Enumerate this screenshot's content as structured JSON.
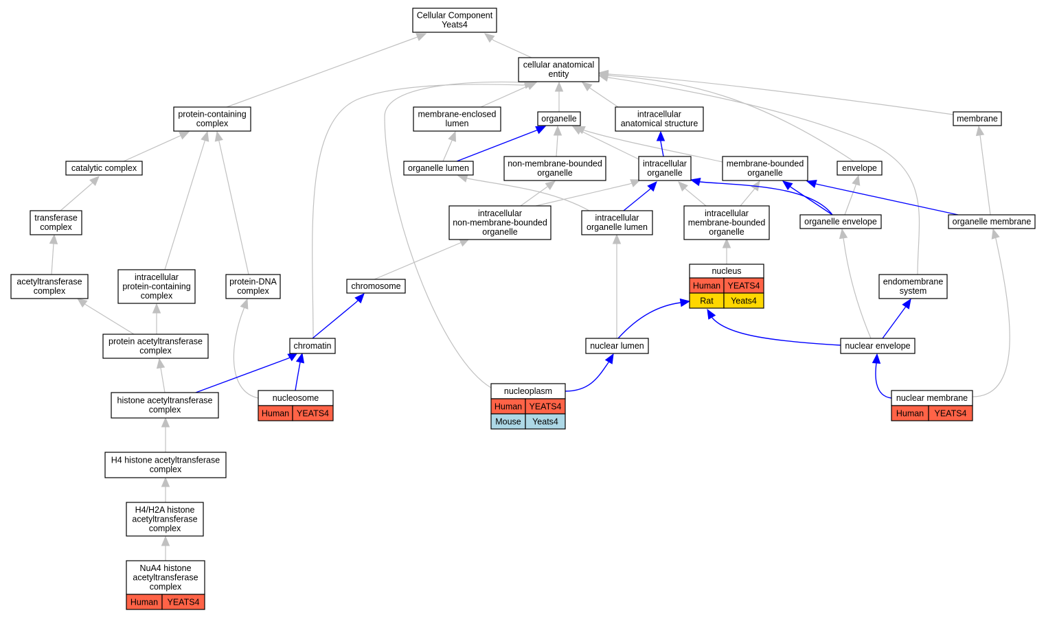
{
  "diagram": {
    "colors": {
      "edge_default": "#c0c0c0",
      "edge_highlight": "#0000ff",
      "human": "#ff6347",
      "mouse": "#add8e6",
      "rat": "#ffd700"
    },
    "nodes": [
      {
        "id": "root",
        "lines": [
          "Cellular Component",
          "Yeats4"
        ]
      },
      {
        "id": "cae",
        "lines": [
          "cellular anatomical",
          "entity"
        ]
      },
      {
        "id": "pcc",
        "lines": [
          "protein-containing",
          "complex"
        ]
      },
      {
        "id": "mel",
        "lines": [
          "membrane-enclosed",
          "lumen"
        ]
      },
      {
        "id": "org",
        "lines": [
          "organelle"
        ]
      },
      {
        "id": "ias",
        "lines": [
          "intracellular",
          "anatomical structure"
        ]
      },
      {
        "id": "mem",
        "lines": [
          "membrane"
        ]
      },
      {
        "id": "cat",
        "lines": [
          "catalytic complex"
        ]
      },
      {
        "id": "ol",
        "lines": [
          "organelle lumen"
        ]
      },
      {
        "id": "nmbo",
        "lines": [
          "non-membrane-bounded",
          "organelle"
        ]
      },
      {
        "id": "io",
        "lines": [
          "intracellular",
          "organelle"
        ]
      },
      {
        "id": "mbo",
        "lines": [
          "membrane-bounded",
          "organelle"
        ]
      },
      {
        "id": "env",
        "lines": [
          "envelope"
        ]
      },
      {
        "id": "tc",
        "lines": [
          "transferase",
          "complex"
        ]
      },
      {
        "id": "inmbo",
        "lines": [
          "intracellular",
          "non-membrane-bounded",
          "organelle"
        ]
      },
      {
        "id": "iol",
        "lines": [
          "intracellular",
          "organelle lumen"
        ]
      },
      {
        "id": "imbo",
        "lines": [
          "intracellular",
          "membrane-bounded",
          "organelle"
        ]
      },
      {
        "id": "oe",
        "lines": [
          "organelle envelope"
        ]
      },
      {
        "id": "om",
        "lines": [
          "organelle membrane"
        ]
      },
      {
        "id": "ac",
        "lines": [
          "acetyltransferase",
          "complex"
        ]
      },
      {
        "id": "ipcc",
        "lines": [
          "intracellular",
          "protein-containing",
          "complex"
        ]
      },
      {
        "id": "pdna",
        "lines": [
          "protein-DNA",
          "complex"
        ]
      },
      {
        "id": "chr",
        "lines": [
          "chromosome"
        ]
      },
      {
        "id": "nuc",
        "lines": [
          "nucleus"
        ],
        "species": [
          {
            "name": "Human",
            "gene": "YEATS4",
            "color": "#ff6347"
          },
          {
            "name": "Rat",
            "gene": "Yeats4",
            "color": "#ffd700"
          }
        ]
      },
      {
        "id": "ems",
        "lines": [
          "endomembrane",
          "system"
        ]
      },
      {
        "id": "pac",
        "lines": [
          "protein acetyltransferase",
          "complex"
        ]
      },
      {
        "id": "chrom",
        "lines": [
          "chromatin"
        ]
      },
      {
        "id": "nl",
        "lines": [
          "nuclear lumen"
        ]
      },
      {
        "id": "ne",
        "lines": [
          "nuclear envelope"
        ]
      },
      {
        "id": "hac",
        "lines": [
          "histone acetyltransferase",
          "complex"
        ]
      },
      {
        "id": "nucleosome",
        "lines": [
          "nucleosome"
        ],
        "species": [
          {
            "name": "Human",
            "gene": "YEATS4",
            "color": "#ff6347"
          }
        ]
      },
      {
        "id": "np",
        "lines": [
          "nucleoplasm"
        ],
        "species": [
          {
            "name": "Human",
            "gene": "YEATS4",
            "color": "#ff6347"
          },
          {
            "name": "Mouse",
            "gene": "Yeats4",
            "color": "#add8e6"
          }
        ]
      },
      {
        "id": "nm",
        "lines": [
          "nuclear membrane"
        ],
        "species": [
          {
            "name": "Human",
            "gene": "YEATS4",
            "color": "#ff6347"
          }
        ]
      },
      {
        "id": "h4",
        "lines": [
          "H4 histone acetyltransferase",
          "complex"
        ]
      },
      {
        "id": "h4h2a",
        "lines": [
          "H4/H2A histone",
          "acetyltransferase",
          "complex"
        ]
      },
      {
        "id": "nua4",
        "lines": [
          "NuA4 histone",
          "acetyltransferase",
          "complex"
        ],
        "species": [
          {
            "name": "Human",
            "gene": "YEATS4",
            "color": "#ff6347"
          }
        ]
      }
    ],
    "edges": [
      {
        "from": "cae",
        "to": "root",
        "highlight": false
      },
      {
        "from": "pcc",
        "to": "root",
        "highlight": false
      },
      {
        "from": "mel",
        "to": "cae",
        "highlight": false
      },
      {
        "from": "org",
        "to": "cae",
        "highlight": false
      },
      {
        "from": "ias",
        "to": "cae",
        "highlight": false
      },
      {
        "from": "mem",
        "to": "cae",
        "highlight": false
      },
      {
        "from": "env",
        "to": "cae",
        "highlight": false
      },
      {
        "from": "chrom",
        "to": "cae",
        "highlight": false
      },
      {
        "from": "np",
        "to": "cae",
        "highlight": false
      },
      {
        "from": "ems",
        "to": "cae",
        "highlight": false
      },
      {
        "from": "cat",
        "to": "pcc",
        "highlight": false
      },
      {
        "from": "ipcc",
        "to": "pcc",
        "highlight": false
      },
      {
        "from": "pdna",
        "to": "pcc",
        "highlight": false
      },
      {
        "from": "tc",
        "to": "cat",
        "highlight": false
      },
      {
        "from": "ac",
        "to": "tc",
        "highlight": false
      },
      {
        "from": "pac",
        "to": "ac",
        "highlight": false
      },
      {
        "from": "pac",
        "to": "ipcc",
        "highlight": false
      },
      {
        "from": "hac",
        "to": "pac",
        "highlight": false
      },
      {
        "from": "h4",
        "to": "hac",
        "highlight": false
      },
      {
        "from": "h4h2a",
        "to": "h4",
        "highlight": false
      },
      {
        "from": "nua4",
        "to": "h4h2a",
        "highlight": false
      },
      {
        "from": "nucleosome",
        "to": "pdna",
        "highlight": false
      },
      {
        "from": "ol",
        "to": "mel",
        "highlight": false
      },
      {
        "from": "ol",
        "to": "org",
        "highlight": true
      },
      {
        "from": "nmbo",
        "to": "org",
        "highlight": false
      },
      {
        "from": "io",
        "to": "org",
        "highlight": false
      },
      {
        "from": "mbo",
        "to": "org",
        "highlight": false
      },
      {
        "from": "io",
        "to": "ias",
        "highlight": true
      },
      {
        "from": "inmbo",
        "to": "nmbo",
        "highlight": false
      },
      {
        "from": "inmbo",
        "to": "io",
        "highlight": false
      },
      {
        "from": "iol",
        "to": "ol",
        "highlight": false
      },
      {
        "from": "iol",
        "to": "io",
        "highlight": true
      },
      {
        "from": "imbo",
        "to": "io",
        "highlight": false
      },
      {
        "from": "imbo",
        "to": "mbo",
        "highlight": false
      },
      {
        "from": "oe",
        "to": "io",
        "highlight": true
      },
      {
        "from": "oe",
        "to": "mbo",
        "highlight": true
      },
      {
        "from": "oe",
        "to": "env",
        "highlight": false
      },
      {
        "from": "om",
        "to": "mbo",
        "highlight": true
      },
      {
        "from": "om",
        "to": "mem",
        "highlight": false
      },
      {
        "from": "chr",
        "to": "inmbo",
        "highlight": false
      },
      {
        "from": "nuc",
        "to": "imbo",
        "highlight": false
      },
      {
        "from": "chrom",
        "to": "chr",
        "highlight": true
      },
      {
        "from": "hac",
        "to": "chrom",
        "highlight": true
      },
      {
        "from": "nucleosome",
        "to": "chrom",
        "highlight": true
      },
      {
        "from": "nl",
        "to": "iol",
        "highlight": false
      },
      {
        "from": "nl",
        "to": "nuc",
        "highlight": true
      },
      {
        "from": "ne",
        "to": "nuc",
        "highlight": true
      },
      {
        "from": "ne",
        "to": "oe",
        "highlight": false
      },
      {
        "from": "ne",
        "to": "ems",
        "highlight": true
      },
      {
        "from": "np",
        "to": "nl",
        "highlight": true
      },
      {
        "from": "nm",
        "to": "ne",
        "highlight": true
      },
      {
        "from": "nm",
        "to": "om",
        "highlight": false
      }
    ]
  }
}
